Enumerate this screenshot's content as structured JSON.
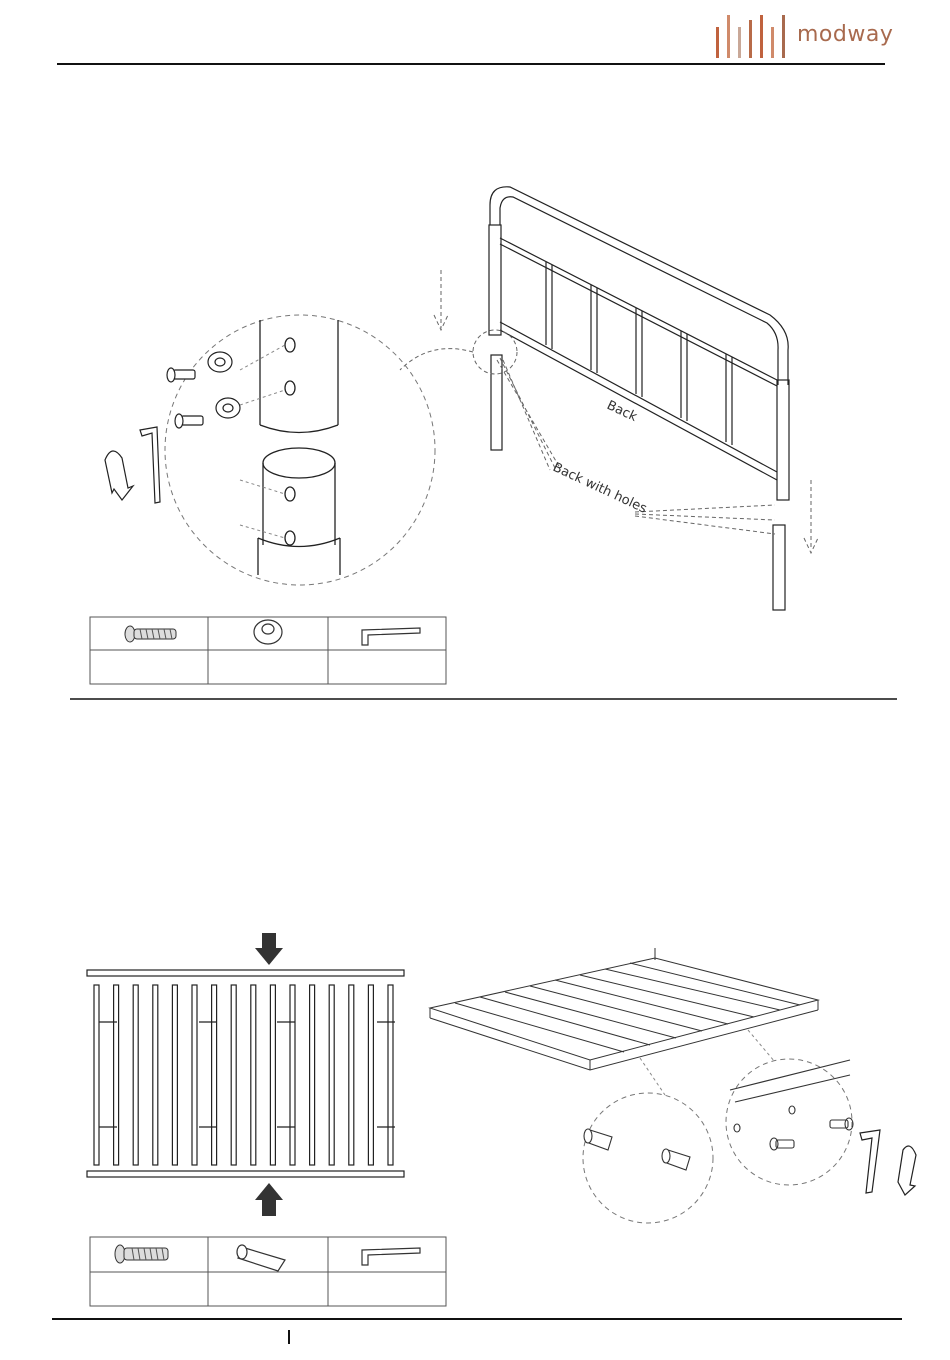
{
  "brand": {
    "name": "modway",
    "colors": {
      "accent": "#a86a4e",
      "accent_light": "#c9a898",
      "dark": "#333333"
    }
  },
  "step_top": {
    "labels": {
      "back": "Back",
      "back_with_holes": "Back with holes"
    },
    "hardware": [
      {
        "icon": "bolt-icon",
        "quantity": ""
      },
      {
        "icon": "washer-icon",
        "quantity": ""
      },
      {
        "icon": "allen-key-icon",
        "quantity": ""
      }
    ]
  },
  "step_bottom": {
    "hardware": [
      {
        "icon": "bolt-icon",
        "quantity": ""
      },
      {
        "icon": "dowel-icon",
        "quantity": ""
      },
      {
        "icon": "allen-key-icon",
        "quantity": ""
      }
    ]
  }
}
